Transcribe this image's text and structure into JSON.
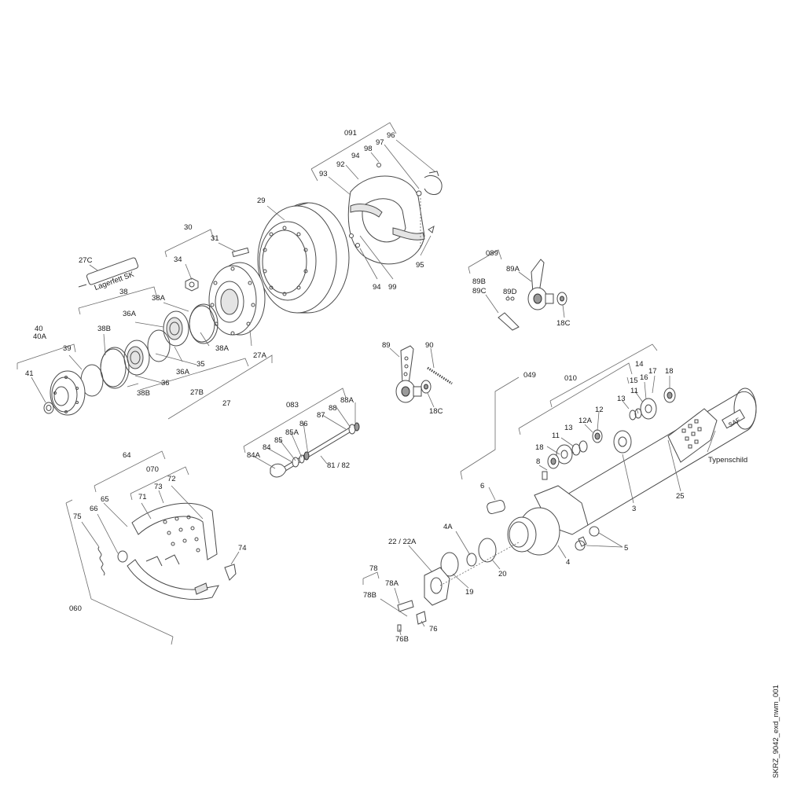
{
  "callouts": {
    "c091": "091",
    "c96": "96",
    "c97": "97",
    "c98": "98",
    "c94a": "94",
    "c92": "92",
    "c93": "93",
    "c29": "29",
    "c95": "95",
    "c94b": "94",
    "c99": "99",
    "c30": "30",
    "c31": "31",
    "c34": "34",
    "c27C": "27C",
    "lagerfett": "Lagerfett SK",
    "c38": "38",
    "c38A": "38A",
    "c36A": "36A",
    "c38Bt": "38B",
    "c38Bb": "38B",
    "c36Ab": "36A",
    "c35": "35",
    "c38Ab": "38A",
    "c27A": "27A",
    "c36": "36",
    "c27B": "27B",
    "c27": "27",
    "c40": "40",
    "c40A": "40A",
    "c39": "39",
    "c41": "41",
    "c089": "089",
    "c89B": "89B",
    "c89C": "89C",
    "c89A": "89A",
    "c89D": "89D",
    "c18Ca": "18C",
    "c89": "89",
    "c90": "90",
    "c18Cb": "18C",
    "c049": "049",
    "c010": "010",
    "c14": "14",
    "c17": "17",
    "c18a": "18",
    "c15": "15",
    "c16": "16",
    "c11a": "11",
    "c13a": "13",
    "c12A": "12A",
    "c12": "12",
    "c18b": "18",
    "c11b": "11",
    "c13b": "13",
    "c8": "8",
    "c3": "3",
    "c25": "25",
    "typenschild": "Typenschild",
    "saf": "SAF",
    "c6": "6",
    "c4A": "4A",
    "c4": "4",
    "c5": "5",
    "c20": "20",
    "c19": "19",
    "c2222A": "22 / 22A",
    "c78": "78",
    "c78A": "78A",
    "c78B": "78B",
    "c76": "76",
    "c76B": "76B",
    "c083": "083",
    "c88A": "88A",
    "c88": "88",
    "c87": "87",
    "c86": "86",
    "c85A": "85A",
    "c85": "85",
    "c84": "84",
    "c84A": "84A",
    "c8182": "81 / 82",
    "c64": "64",
    "c070": "070",
    "c73": "73",
    "c72": "72",
    "c71": "71",
    "c65": "65",
    "c66": "66",
    "c75": "75",
    "c74": "74",
    "c060": "060"
  },
  "drawing_id": "SKRZ_9042_exd_nwm_001"
}
